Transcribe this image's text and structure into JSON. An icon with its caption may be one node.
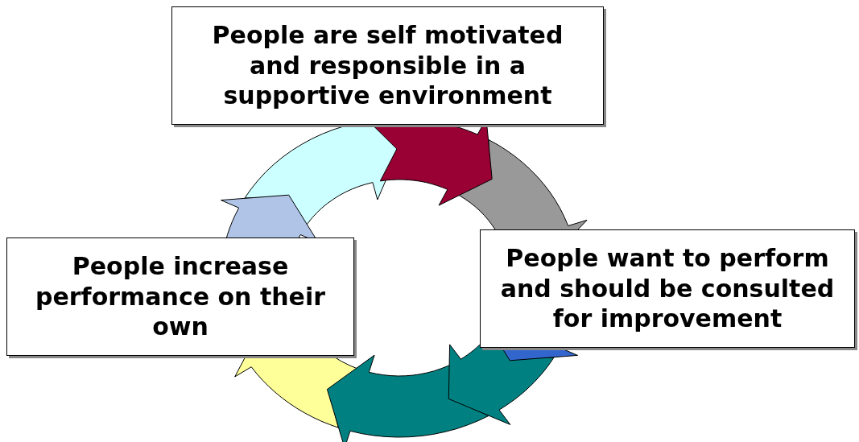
{
  "diagram": {
    "nodes": [
      {
        "text": [
          "People are self motivated and responsible in a supportive environment"
        ]
      },
      {
        "text": [
          "People increase performance on their own"
        ]
      },
      {
        "text": [
          "People want to perform and should be consulted for improvement"
        ]
      }
    ]
  }
}
